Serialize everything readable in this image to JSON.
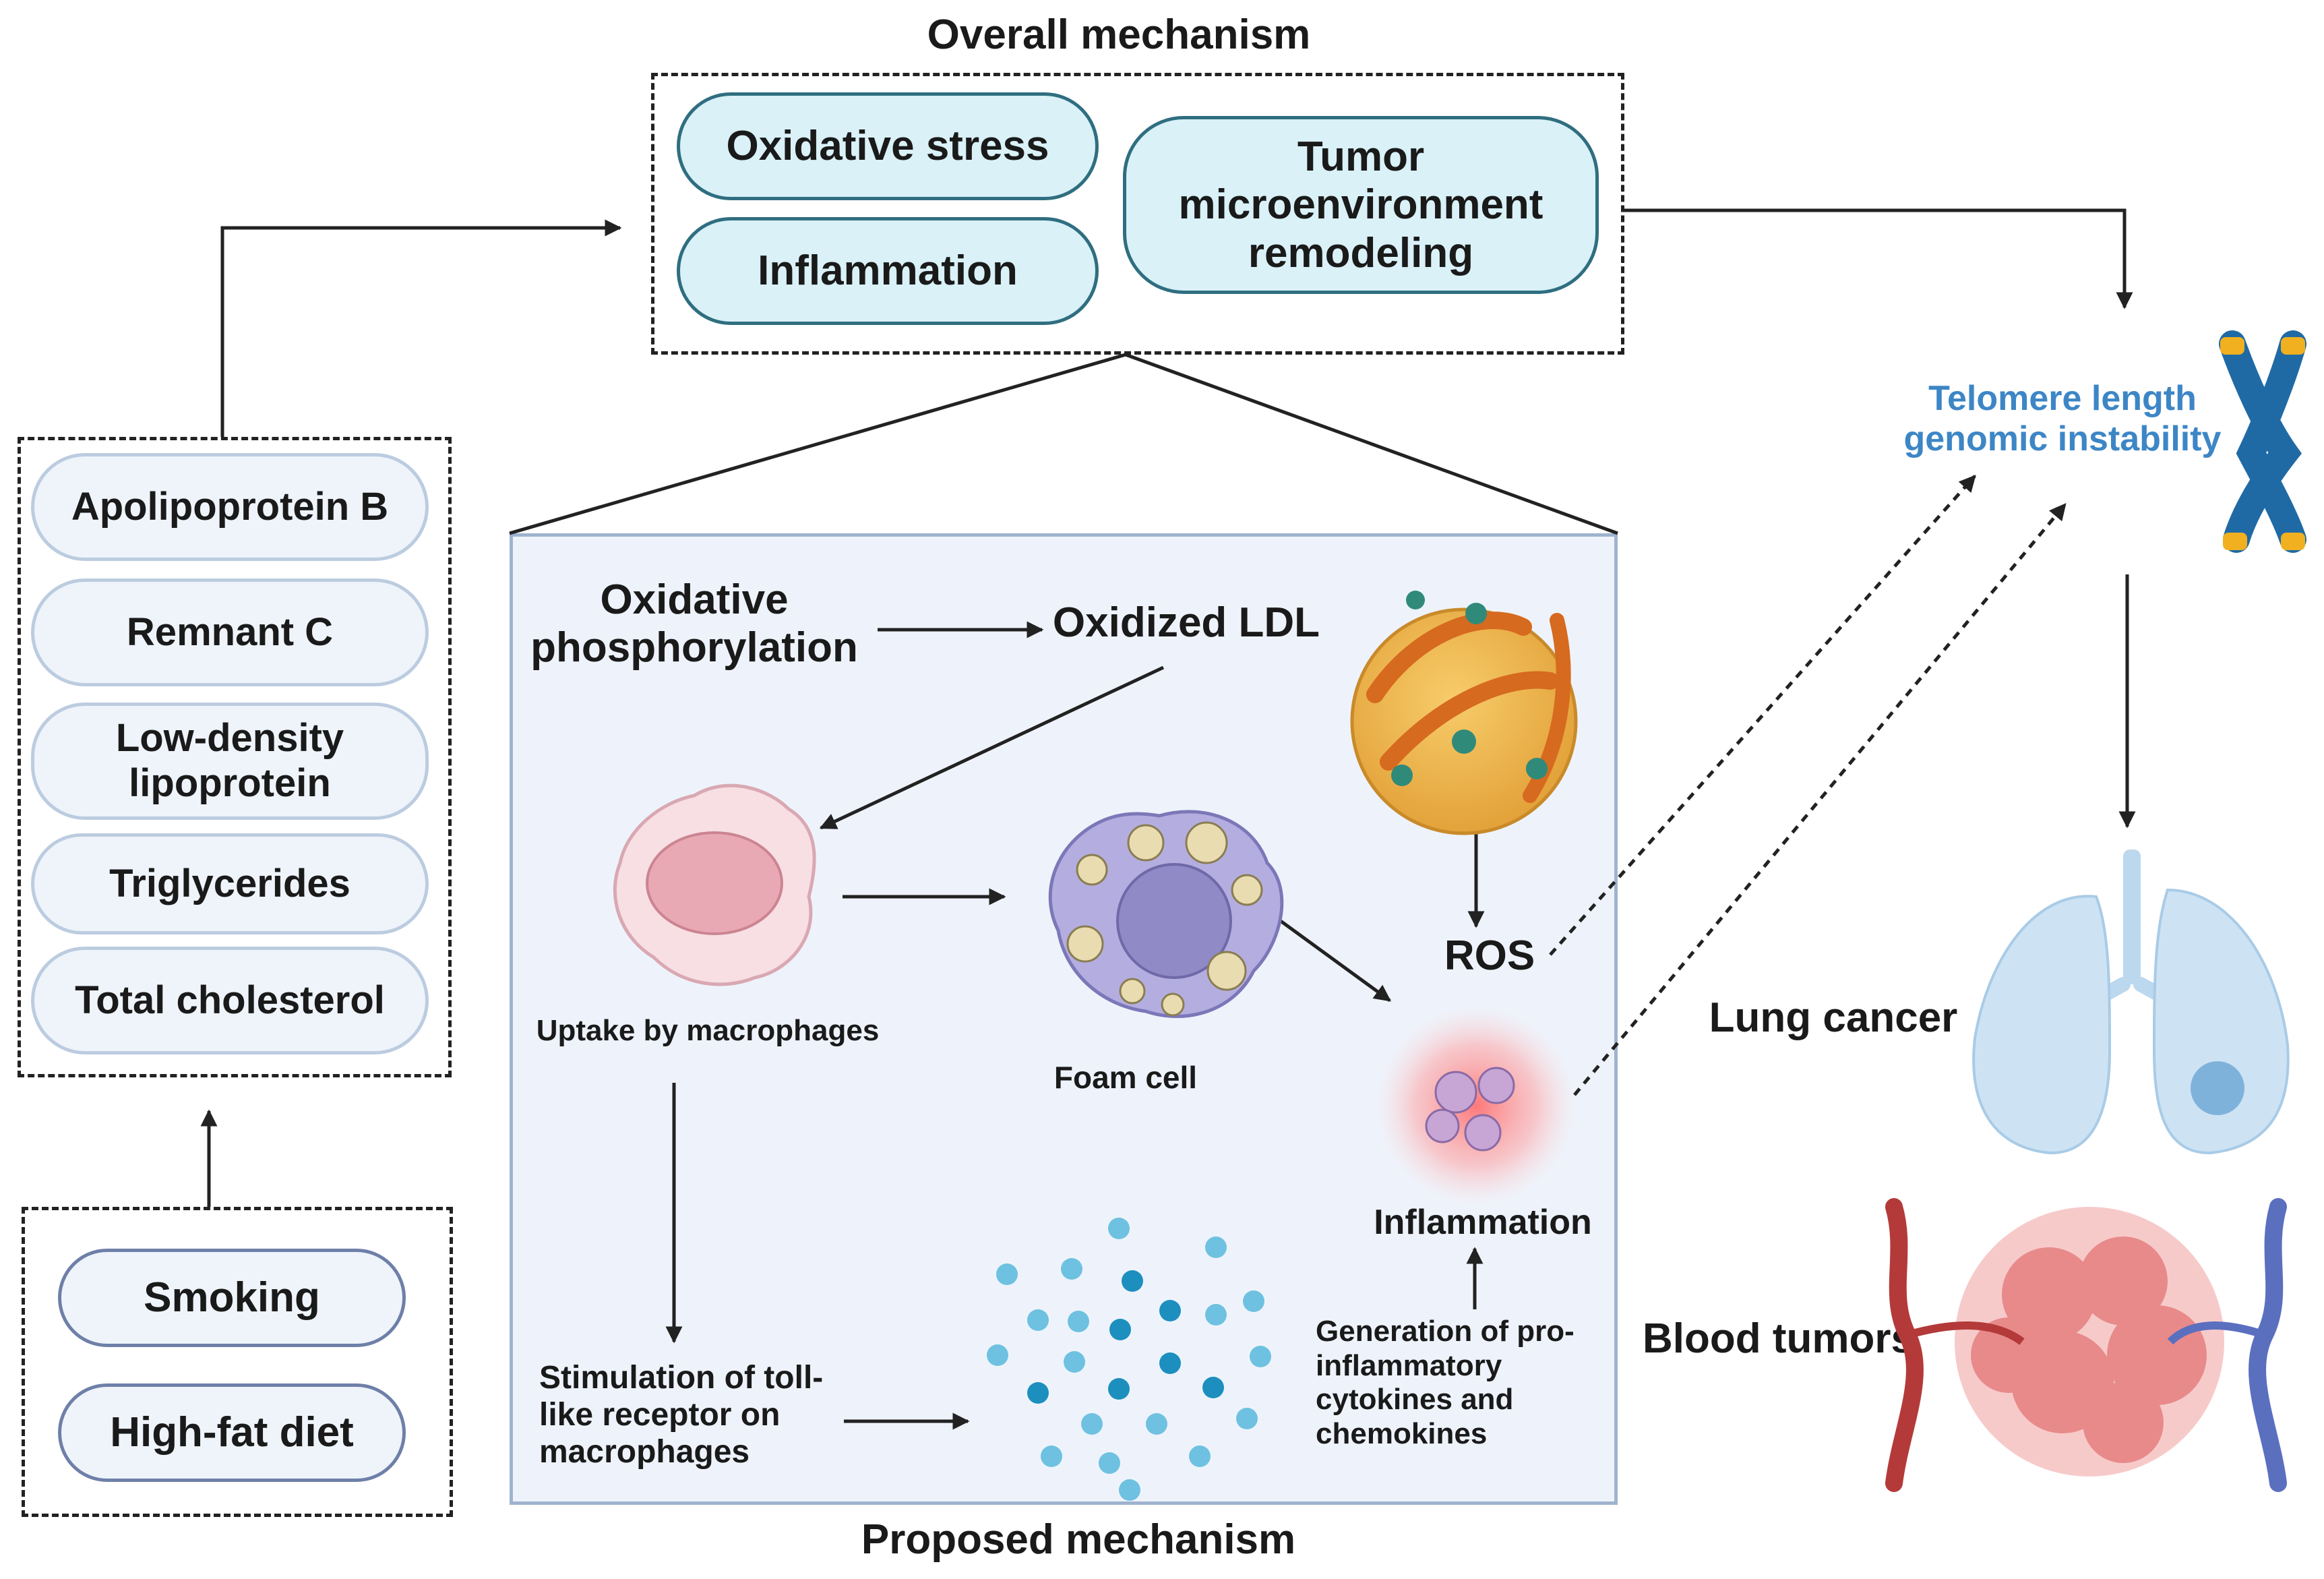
{
  "titles": {
    "overall": "Overall mechanism",
    "proposed": "Proposed mechanism"
  },
  "overall": {
    "oxidative_stress": "Oxidative stress",
    "inflammation": "Inflammation",
    "tme": "Tumor microenvironment remodeling"
  },
  "lipids": [
    "Apolipoprotein B",
    "Remnant C",
    "Low-density lipoprotein",
    "Triglycerides",
    "Total cholesterol"
  ],
  "risk_factors": [
    "Smoking",
    "High-fat diet"
  ],
  "mechanism": {
    "oxphos": "Oxidative phosphorylation",
    "oxldl": "Oxidized LDL",
    "uptake": "Uptake by macrophages",
    "foam": "Foam cell",
    "ros": "ROS",
    "inflammation": "Inflammation",
    "tlr": "Stimulation of toll-like receptor on macrophages",
    "cytokines": "Generation of pro-inflammatory cytokines and chemokines"
  },
  "outcomes": {
    "telomere": "Telomere length genomic instability",
    "lung": "Lung cancer",
    "blood": "Blood tumors"
  },
  "colors": {
    "pill_fill": "#d9f1f7",
    "pill_border": "#2f6e80",
    "panel_fill": "#eef3fb",
    "telomere_text": "#3d86c6"
  }
}
